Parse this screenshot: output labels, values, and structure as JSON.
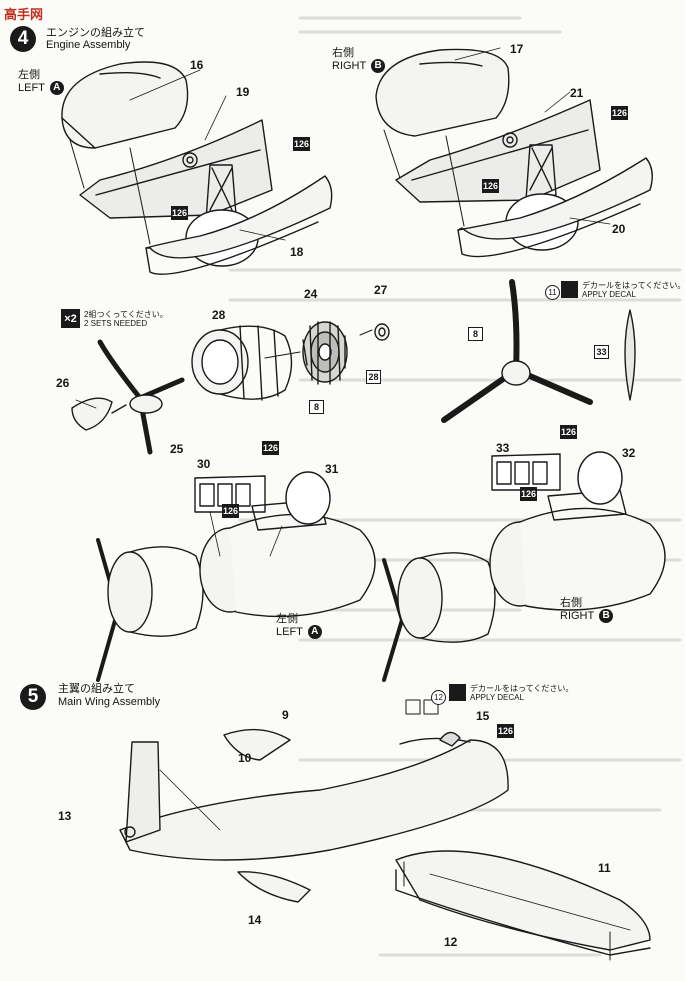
{
  "watermark": "高手网",
  "step4": {
    "number": "4",
    "title_jp": "エンジンの組み立て",
    "title_en": "Engine Assembly"
  },
  "step5": {
    "number": "5",
    "title_jp": "主翼の組み立て",
    "title_en": "Main Wing Assembly"
  },
  "sides": {
    "left_jp": "左側",
    "left_en": "LEFT",
    "left_tag": "A",
    "right_jp": "右側",
    "right_en": "RIGHT",
    "right_tag": "B"
  },
  "x2": {
    "label": "×2",
    "text_jp": "2組つくってください。",
    "text_en": "2 SETS NEEDED"
  },
  "decal": {
    "text_jp": "デカールをはってください。",
    "text_en": "APPLY DECAL",
    "num1": "11",
    "num2": "12"
  },
  "paint_tag": "126",
  "part_tag": "8",
  "parts": {
    "p16": "16",
    "p19": "19",
    "p18": "18",
    "p17": "17",
    "p21": "21",
    "p20": "20",
    "p24": "24",
    "p27": "27",
    "p28a": "28",
    "p28b": "28",
    "p26": "26",
    "p25": "25",
    "p30": "30",
    "p31": "31",
    "p33a": "33",
    "p33b": "33",
    "p32": "32",
    "p9": "9",
    "p10": "10",
    "p13": "13",
    "p14": "14",
    "p15": "15",
    "p11": "11",
    "p12": "12"
  }
}
